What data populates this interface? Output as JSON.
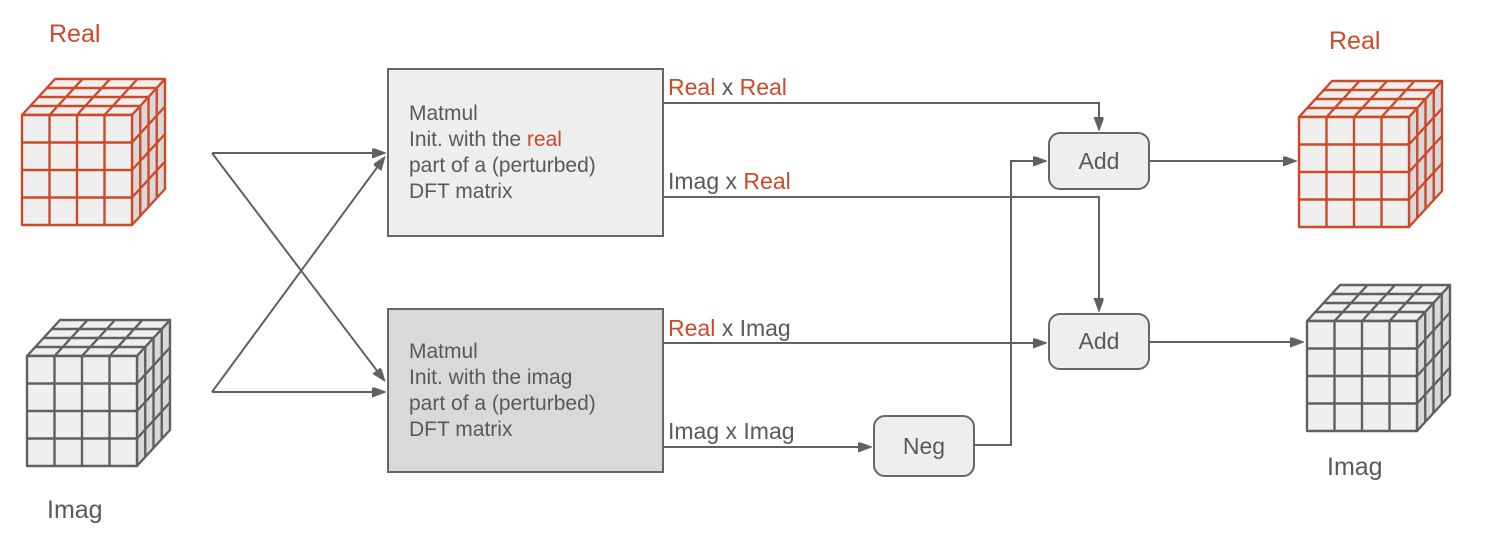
{
  "colors": {
    "red": "#cc4a28",
    "gray": "#606060",
    "text": "#595959",
    "wire": "#616161",
    "border": "#666666",
    "box_light": "#eeeeee",
    "box_dark": "#d9d9d9",
    "cell_front": "#efefef",
    "cell_side": "#d9d9d9"
  },
  "cubes": {
    "input_real": {
      "label": "Real",
      "color": "red",
      "label_position": "above"
    },
    "input_imag": {
      "label": "Imag",
      "color": "gray",
      "label_position": "below"
    },
    "output_real": {
      "label": "Real",
      "color": "red",
      "label_position": "above"
    },
    "output_imag": {
      "label": "Imag",
      "color": "gray",
      "label_position": "below"
    }
  },
  "blocks": {
    "matmul_real": {
      "lines": [
        [
          {
            "text": "Matmul"
          }
        ],
        [
          {
            "text": "Init. with the "
          },
          {
            "text": "real",
            "color": "red"
          }
        ],
        [
          {
            "text": "part of a (perturbed)"
          }
        ],
        [
          {
            "text": "DFT matrix"
          }
        ]
      ]
    },
    "matmul_imag": {
      "lines": [
        [
          {
            "text": "Matmul"
          }
        ],
        [
          {
            "text": "Init. with the imag"
          }
        ],
        [
          {
            "text": "part of a (perturbed)"
          }
        ],
        [
          {
            "text": "DFT matrix"
          }
        ]
      ]
    },
    "add_top": {
      "label": "Add"
    },
    "add_bottom": {
      "label": "Add"
    },
    "neg": {
      "label": "Neg"
    }
  },
  "edge_labels": {
    "real_x_real": [
      {
        "text": "Real",
        "color": "red"
      },
      {
        "text": " x "
      },
      {
        "text": "Real",
        "color": "red"
      }
    ],
    "imag_x_real": [
      {
        "text": "Imag x "
      },
      {
        "text": "Real",
        "color": "red"
      }
    ],
    "real_x_imag": [
      {
        "text": "Real",
        "color": "red"
      },
      {
        "text": " x Imag"
      }
    ],
    "imag_x_imag": [
      {
        "text": "Imag x Imag"
      }
    ]
  }
}
